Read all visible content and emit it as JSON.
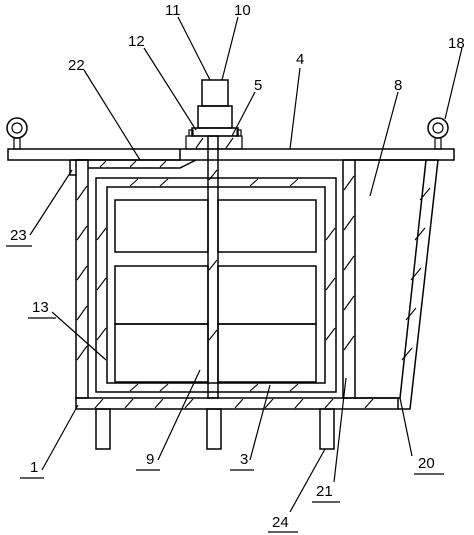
{
  "labels": {
    "n1": "1",
    "n3": "3",
    "n4": "4",
    "n5": "5",
    "n8": "8",
    "n9": "9",
    "n10": "10",
    "n11": "11",
    "n12": "12",
    "n13": "13",
    "n18": "18",
    "n20": "20",
    "n21": "21",
    "n22": "22",
    "n23": "23",
    "n24": "24"
  }
}
